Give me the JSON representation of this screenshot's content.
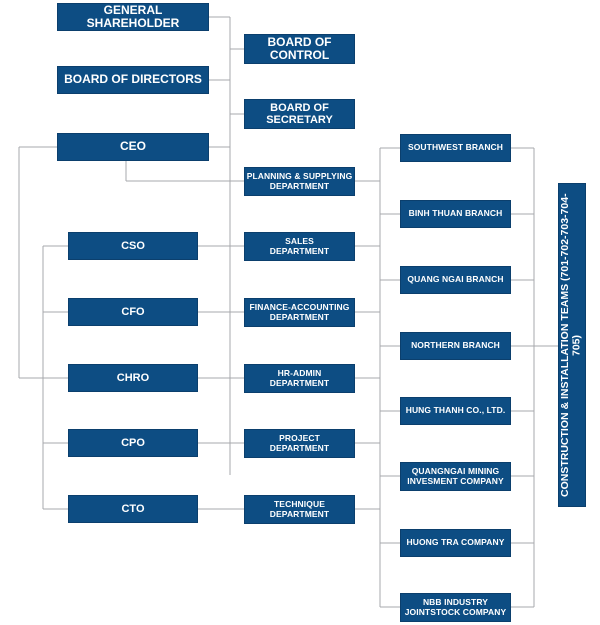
{
  "leadership": {
    "general_shareholder": "GENERAL SHAREHOLDER",
    "board_of_directors": "BOARD OF DIRECTORS",
    "board_of_control": "BOARD OF CONTROL",
    "board_of_secretary": "BOARD OF SECRETARY",
    "ceo": "CEO"
  },
  "chiefs": [
    "CSO",
    "CFO",
    "CHRO",
    "CPO",
    "CTO"
  ],
  "departments": [
    {
      "line1": "PLANNING & SUPPLYING",
      "line2": "DEPARTMENT"
    },
    {
      "line1": "SALES",
      "line2": "DEPARTMENT"
    },
    {
      "line1": "FINANCE-ACCOUNTING",
      "line2": "DEPARTMENT"
    },
    {
      "line1": "HR-ADMIN",
      "line2": "DEPARTMENT"
    },
    {
      "line1": "PROJECT",
      "line2": "DEPARTMENT"
    },
    {
      "line1": "TECHNIQUE",
      "line2": "DEPARTMENT"
    }
  ],
  "branches": [
    {
      "line1": "SOUTHWEST BRANCH",
      "line2": ""
    },
    {
      "line1": "BINH THUAN BRANCH",
      "line2": ""
    },
    {
      "line1": "QUANG NGAI BRANCH",
      "line2": ""
    },
    {
      "line1": "NORTHERN BRANCH",
      "line2": ""
    },
    {
      "line1": "HUNG THANH CO., LTD.",
      "line2": ""
    },
    {
      "line1": "QUANGNGAI MINING",
      "line2": "INVESMENT COMPANY"
    },
    {
      "line1": "HUONG TRA COMPANY",
      "line2": ""
    },
    {
      "line1": "NBB INDUSTRY",
      "line2": "JOINTSTOCK COMPANY"
    }
  ],
  "teams": "CONSTRUCTION & INSTALLATION TEAMS (701-702-703-704-705)",
  "colors": {
    "box": "#0d4d83",
    "line": "#a7a9ac",
    "text": "#ffffff"
  }
}
